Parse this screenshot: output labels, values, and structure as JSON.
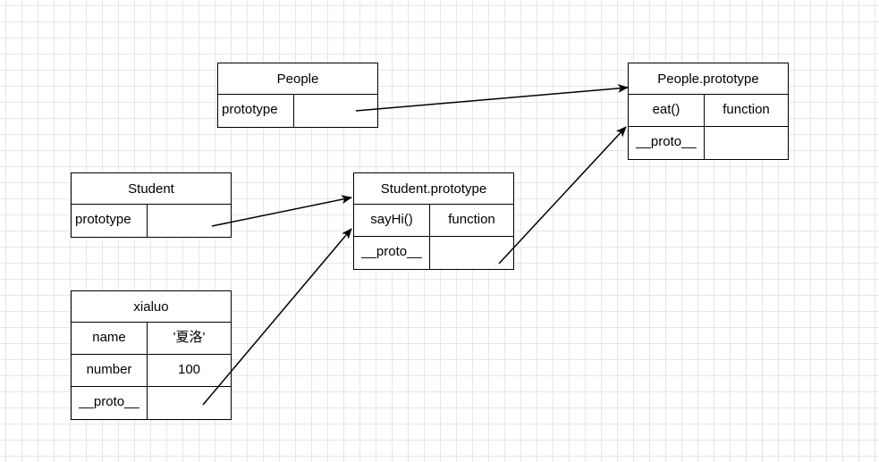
{
  "people": {
    "title": "People",
    "rows": [
      {
        "key": "prototype",
        "value": ""
      }
    ]
  },
  "student": {
    "title": "Student",
    "rows": [
      {
        "key": "prototype",
        "value": ""
      }
    ]
  },
  "xialuo": {
    "title": "xialuo",
    "rows": [
      {
        "key": "name",
        "value": "'夏洛'"
      },
      {
        "key": "number",
        "value": "100"
      },
      {
        "key": "__proto__",
        "value": ""
      }
    ]
  },
  "student_prototype": {
    "title": "Student.prototype",
    "rows": [
      {
        "key": "sayHi()",
        "value": "function"
      },
      {
        "key": "__proto__",
        "value": ""
      }
    ]
  },
  "people_prototype": {
    "title": "People.prototype",
    "rows": [
      {
        "key": "eat()",
        "value": "function"
      },
      {
        "key": "__proto__",
        "value": ""
      }
    ]
  }
}
